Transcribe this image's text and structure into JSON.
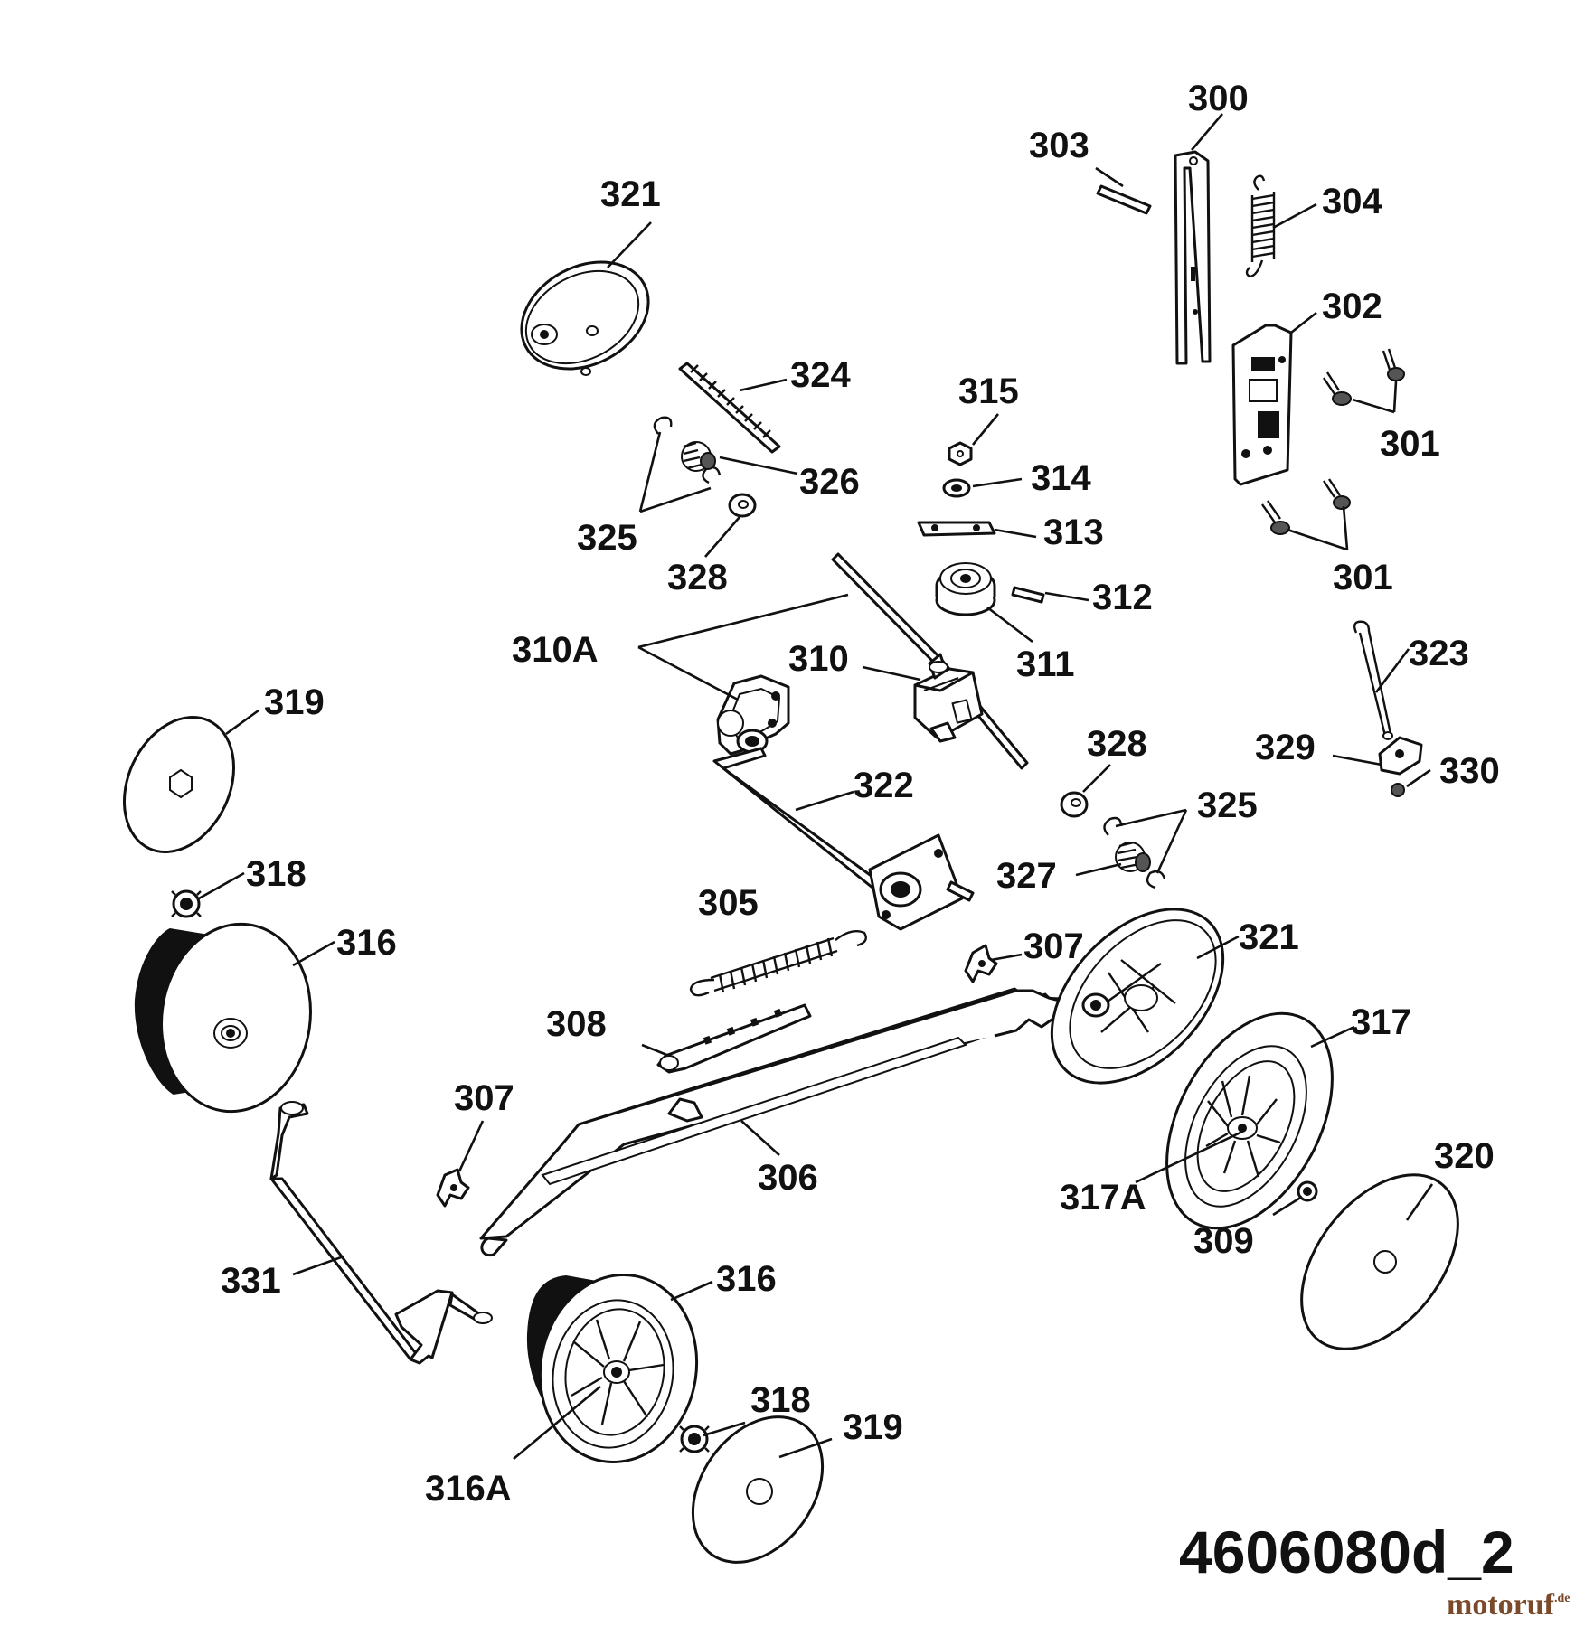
{
  "diagram": {
    "drawing_id": "4606080d_2",
    "watermark": {
      "name": "motoruf",
      "suffix": ".de"
    },
    "callouts": {
      "c300": "300",
      "c303": "303",
      "c304": "304",
      "c302": "302",
      "c301a": "301",
      "c301b": "301",
      "c321a": "321",
      "c324": "324",
      "c315": "315",
      "c326": "326",
      "c314": "314",
      "c325a": "325",
      "c313": "313",
      "c328a": "328",
      "c312": "312",
      "c310a": "310A",
      "c310": "310",
      "c311": "311",
      "c323": "323",
      "c319a": "319",
      "c328b": "328",
      "c329": "329",
      "c330": "330",
      "c322": "322",
      "c325b": "325",
      "c318a": "318",
      "c327": "327",
      "c305": "305",
      "c316a": "316",
      "c307a": "307",
      "c321b": "321",
      "c308": "308",
      "c317": "317",
      "c307b": "307",
      "c306": "306",
      "c320": "320",
      "c317a": "317A",
      "c309": "309",
      "c331": "331",
      "c316b": "316",
      "c318b": "318",
      "c319b": "319",
      "c316c": "316A"
    }
  }
}
